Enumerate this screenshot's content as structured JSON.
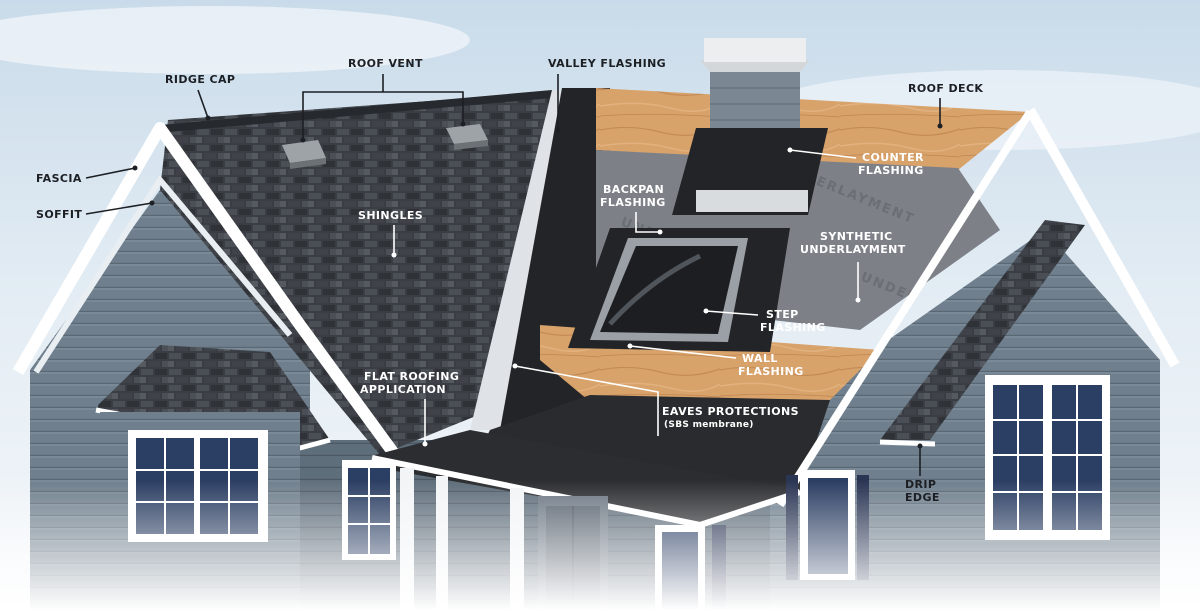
{
  "labels": {
    "ridge_cap": "RIDGE CAP",
    "roof_vent": "ROOF VENT",
    "valley_flashing": "VALLEY FLASHING",
    "roof_deck": "ROOF DECK",
    "fascia": "FASCIA",
    "soffit": "SOFFIT",
    "shingles": "SHINGLES",
    "counter_flashing": [
      "COUNTER",
      "FLASHING"
    ],
    "backpan_flashing": [
      "BACKPAN",
      "FLASHING"
    ],
    "synthetic_underlayment": [
      "SYNTHETIC",
      "UNDERLAYMENT"
    ],
    "step_flashing": [
      "STEP",
      "FLASHING"
    ],
    "wall_flashing": [
      "WALL",
      "FLASHING"
    ],
    "flat_roofing_application": [
      "FLAT ROOFING",
      "APPLICATION"
    ],
    "eaves_protections": "EAVES PROTECTIONS",
    "eaves_protections_sub": "(SBS membrane)",
    "drip_edge": [
      "DRIP",
      "EDGE"
    ]
  },
  "underlayment_watermark": "UNDERLAYMENT",
  "colors": {
    "sky": "#dfe9f2",
    "siding": "#6f7f8d",
    "shingle": "#3b3f45",
    "wood_deck": "#d7a06a",
    "underlayment": "#7d8187",
    "membrane": "#232427",
    "trim": "#ffffff"
  }
}
